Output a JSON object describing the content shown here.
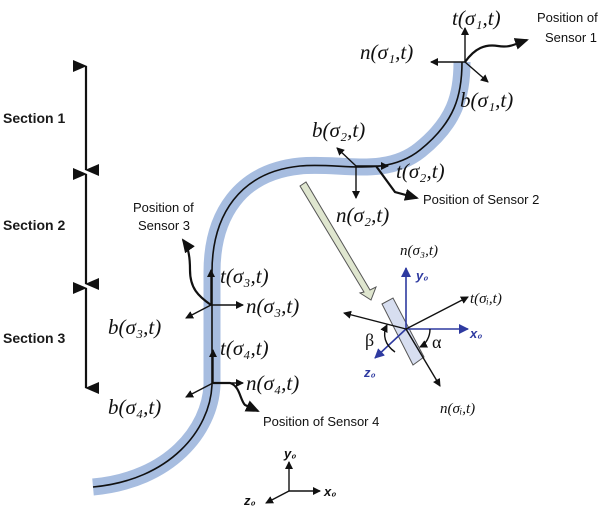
{
  "colors": {
    "tube": "#a7bde0",
    "axis_blue": "#2e3aa0",
    "probe_fill": "#dfe6cf",
    "sensor_fill": "#d7def0",
    "ink": "#111111"
  },
  "sections": [
    {
      "label": "Section 1"
    },
    {
      "label": "Section 2"
    },
    {
      "label": "Section 3"
    }
  ],
  "sensors": [
    {
      "position_label_line1": "Position of",
      "position_label_line2": "Sensor 1",
      "t": "t(σ₁,t)",
      "n": "n(σ₁,t)",
      "b": "b(σ₁,t)"
    },
    {
      "position_label": "Position of Sensor 2",
      "t": "t(σ₂,t)",
      "n": "n(σ₂,t)",
      "b": "b(σ₂,t)"
    },
    {
      "position_label_line1": "Position of",
      "position_label_line2": "Sensor 3",
      "t": "t(σ₃,t)",
      "n": "n(σ₃,t)",
      "b": "b(σ₃,t)"
    },
    {
      "position_label": "Position of Sensor 4",
      "t": "t(σ₄,t)",
      "n": "n(σ₄,t)",
      "b": "b(σ₄,t)"
    }
  ],
  "detail": {
    "n3": "n(σ₃,t)",
    "ti": "t(σᵢ,t)",
    "ni": "n(σᵢ,t)",
    "x": "x₀",
    "y": "y₀",
    "z": "z₀",
    "alpha": "α",
    "beta": "β"
  },
  "base_frame": {
    "x": "x₀",
    "y": "y₀",
    "z": "z₀"
  }
}
